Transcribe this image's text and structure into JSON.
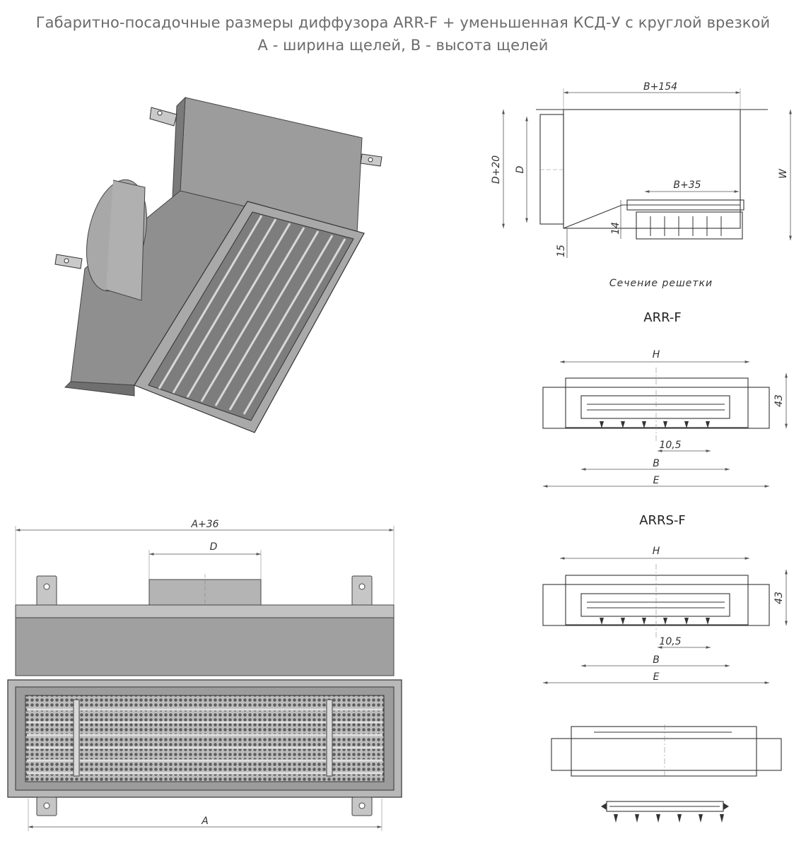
{
  "header": {
    "title_line1": "Габаритно-посадочные размеры диффузора ARR-F + уменьшенная КСД-У с круглой врезкой",
    "title_line2": "А - ширина щелей, В - высота щелей"
  },
  "side_view": {
    "dim_width": "B+154",
    "dim_height": "D+20",
    "dim_diameter": "D",
    "dim_total_height": "W",
    "dim_grille": "B+35",
    "dim_14": "14",
    "dim_15": "15"
  },
  "section_caption": "Сечение решетки",
  "arr_f": {
    "name": "ARR-F",
    "dim_h": "H",
    "dim_43": "43",
    "dim_step": "10,5",
    "dim_b": "B",
    "dim_e": "E"
  },
  "arrs_f": {
    "name": "ARRS-F",
    "dim_h": "H",
    "dim_43": "43",
    "dim_step": "10,5",
    "dim_b": "B",
    "dim_e": "E"
  },
  "front_view": {
    "dim_top": "A+36",
    "dim_diameter": "D",
    "dim_bottom": "A"
  },
  "colors": {
    "body": "#9a9a9a",
    "body_dark": "#777777",
    "body_light": "#c4c4c4",
    "line": "#333333"
  }
}
